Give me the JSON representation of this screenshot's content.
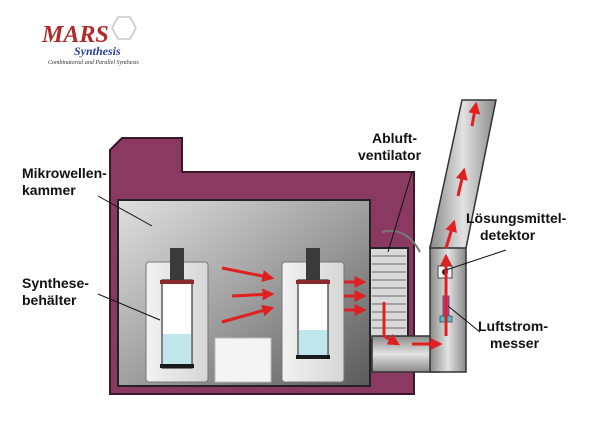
{
  "logo": {
    "brand": "MARS",
    "product": "Synthesis",
    "tagline": "Combinatorial and Parallel Synthesis"
  },
  "labels": {
    "chamber": [
      "Mikrowellen-",
      "kammer"
    ],
    "vessel": [
      "Synthese-",
      "behälter"
    ],
    "fan": [
      "Abluft-",
      "ventilator"
    ],
    "detector": [
      "Lösungsmittel-",
      "detektor"
    ],
    "flowmeter": [
      "Luftstrom-",
      "messer"
    ]
  },
  "colors": {
    "housing": "#8a3a60",
    "chamber": "#7a7a7a",
    "duct": "#b8b8b8",
    "airflow_arrow": "#e02020"
  }
}
